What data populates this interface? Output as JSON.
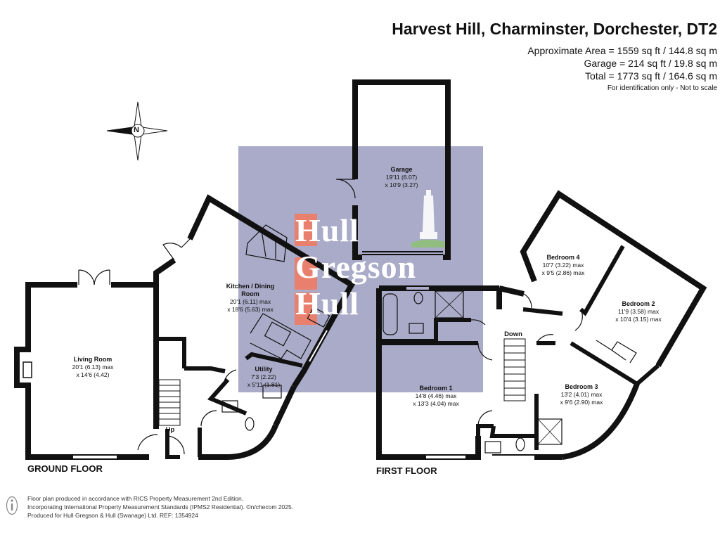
{
  "header": {
    "title": "Harvest Hill, Charminster, Dorchester, DT2",
    "approx_area": "Approximate Area = 1559 sq ft / 144.8 sq m",
    "garage_area": "Garage = 214 sq ft / 19.8 sq m",
    "total_area": "Total = 1773 sq ft / 164.6 sq m",
    "disclaimer": "For identification only - Not to scale"
  },
  "compass": {
    "label": "N"
  },
  "watermark": {
    "lines": [
      "Hull",
      "Gregson",
      "Hull"
    ]
  },
  "ground_floor": {
    "label": "GROUND FLOOR",
    "rooms": [
      {
        "name": "Living Room",
        "dim1": "20'1 (6.13) max",
        "dim2": "x 14'6 (4.42)"
      },
      {
        "name": "Kitchen / Dining Room",
        "dim1": "20'1 (6.11) max",
        "dim2": "x 18'6 (5.63) max"
      },
      {
        "name": "Utility",
        "dim1": "7'3 (2.22)",
        "dim2": "x 5'11 (1.81)"
      }
    ],
    "stair_label": "Up"
  },
  "garage": {
    "name": "Garage",
    "dim1": "19'11 (6.07)",
    "dim2": "x 10'9 (3.27)"
  },
  "first_floor": {
    "label": "FIRST FLOOR",
    "rooms": [
      {
        "name": "Bedroom 1",
        "dim1": "14'8 (4.46) max",
        "dim2": "x 13'3 (4.04) max"
      },
      {
        "name": "Bedroom 2",
        "dim1": "11'9 (3.58) max",
        "dim2": "x 10'4 (3.15) max"
      },
      {
        "name": "Bedroom 3",
        "dim1": "13'2 (4.01) max",
        "dim2": "x 9'6 (2.90) max"
      },
      {
        "name": "Bedroom 4",
        "dim1": "10'7 (3.22) max",
        "dim2": "x 9'5 (2.86) max"
      }
    ],
    "stair_label": "Down"
  },
  "footer": {
    "line1": "Floor plan produced in accordance with RICS Property Measurement 2nd Edition,",
    "line2": "Incorporating International Property Measurement Standards (IPMS2 Residential).  ©n/checom 2025.",
    "line3": "Produced for Hull Gregson & Hull (Swanage) Ltd.   REF:  1354924"
  },
  "colors": {
    "wall": "#111111",
    "watermark_bg": "#a9abc8",
    "watermark_letter_bg": "#e9806e",
    "window": "#ffffff"
  }
}
